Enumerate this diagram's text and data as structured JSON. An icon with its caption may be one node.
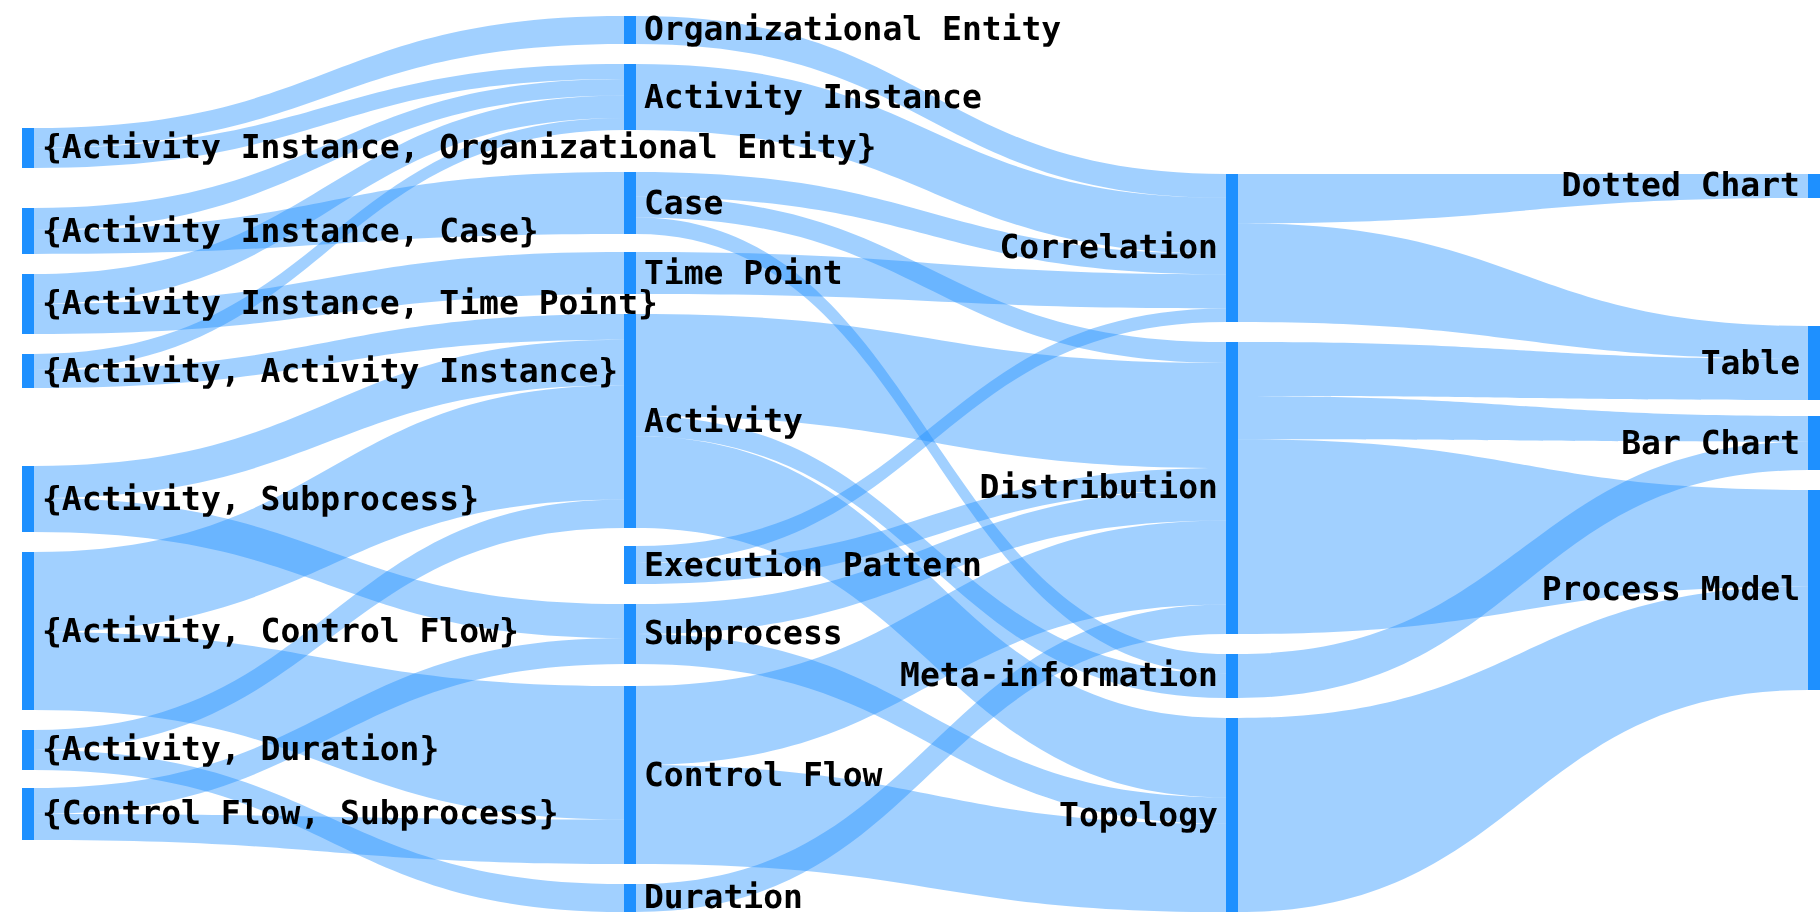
{
  "diagram": {
    "nodes": [
      {
        "text": [
          "{Activity Instance, Organizational Entity}"
        ]
      },
      {
        "text": [
          "{Activity Instance, Case}"
        ]
      },
      {
        "text": [
          "{Activity Instance, Time Point}"
        ]
      },
      {
        "text": [
          "{Activity, Activity Instance}"
        ]
      },
      {
        "text": [
          "{Activity, Subprocess}"
        ]
      },
      {
        "text": [
          "{Activity, Control Flow}"
        ]
      },
      {
        "text": [
          "{Activity, Duration}"
        ]
      },
      {
        "text": [
          "{Control Flow, Subprocess}"
        ]
      },
      {
        "text": [
          "Organizational Entity"
        ]
      },
      {
        "text": [
          "Activity Instance"
        ]
      },
      {
        "text": [
          "Case"
        ]
      },
      {
        "text": [
          "Time Point"
        ]
      },
      {
        "text": [
          "Activity"
        ]
      },
      {
        "text": [
          "Execution Pattern"
        ]
      },
      {
        "text": [
          "Subprocess"
        ]
      },
      {
        "text": [
          "Control Flow"
        ]
      },
      {
        "text": [
          "Duration"
        ]
      },
      {
        "text": [
          "Correlation"
        ]
      },
      {
        "text": [
          "Distribution"
        ]
      },
      {
        "text": [
          "Meta-information"
        ]
      },
      {
        "text": [
          "Topology"
        ]
      },
      {
        "text": [
          "Dotted Chart"
        ]
      },
      {
        "text": [
          "Table"
        ]
      },
      {
        "text": [
          "Bar Chart"
        ]
      },
      {
        "text": [
          "Process Model"
        ]
      }
    ],
    "edges": [
      {
        "from": 0,
        "to": 8,
        "arrow": "none"
      },
      {
        "from": 0,
        "to": 9,
        "arrow": "none"
      },
      {
        "from": 1,
        "to": 9,
        "arrow": "none"
      },
      {
        "from": 1,
        "to": 10,
        "arrow": "none"
      },
      {
        "from": 2,
        "to": 9,
        "arrow": "none"
      },
      {
        "from": 2,
        "to": 11,
        "arrow": "none"
      },
      {
        "from": 3,
        "to": 9,
        "arrow": "none"
      },
      {
        "from": 3,
        "to": 12,
        "arrow": "none"
      },
      {
        "from": 4,
        "to": 12,
        "arrow": "none"
      },
      {
        "from": 4,
        "to": 14,
        "arrow": "none"
      },
      {
        "from": 5,
        "to": 12,
        "arrow": "none"
      },
      {
        "from": 5,
        "to": 15,
        "arrow": "none"
      },
      {
        "from": 6,
        "to": 12,
        "arrow": "none"
      },
      {
        "from": 6,
        "to": 16,
        "arrow": "none"
      },
      {
        "from": 7,
        "to": 14,
        "arrow": "none"
      },
      {
        "from": 7,
        "to": 15,
        "arrow": "none"
      },
      {
        "from": 8,
        "to": 17,
        "arrow": "none"
      },
      {
        "from": 9,
        "to": 17,
        "arrow": "none"
      },
      {
        "from": 10,
        "to": 17,
        "arrow": "none"
      },
      {
        "from": 10,
        "to": 18,
        "arrow": "none"
      },
      {
        "from": 10,
        "to": 19,
        "arrow": "none"
      },
      {
        "from": 11,
        "to": 17,
        "arrow": "none"
      },
      {
        "from": 12,
        "to": 18,
        "arrow": "none"
      },
      {
        "from": 12,
        "to": 19,
        "arrow": "none"
      },
      {
        "from": 12,
        "to": 20,
        "arrow": "none"
      },
      {
        "from": 13,
        "to": 17,
        "arrow": "none"
      },
      {
        "from": 13,
        "to": 18,
        "arrow": "none"
      },
      {
        "from": 14,
        "to": 18,
        "arrow": "none"
      },
      {
        "from": 14,
        "to": 20,
        "arrow": "none"
      },
      {
        "from": 15,
        "to": 18,
        "arrow": "none"
      },
      {
        "from": 15,
        "to": 20,
        "arrow": "none"
      },
      {
        "from": 16,
        "to": 18,
        "arrow": "none"
      },
      {
        "from": 17,
        "to": 21,
        "arrow": "none"
      },
      {
        "from": 17,
        "to": 22,
        "arrow": "none"
      },
      {
        "from": 18,
        "to": 22,
        "arrow": "none"
      },
      {
        "from": 18,
        "to": 23,
        "arrow": "none"
      },
      {
        "from": 18,
        "to": 24,
        "arrow": "none"
      },
      {
        "from": 19,
        "to": 23,
        "arrow": "none"
      },
      {
        "from": 20,
        "to": 24,
        "arrow": "none"
      }
    ]
  }
}
